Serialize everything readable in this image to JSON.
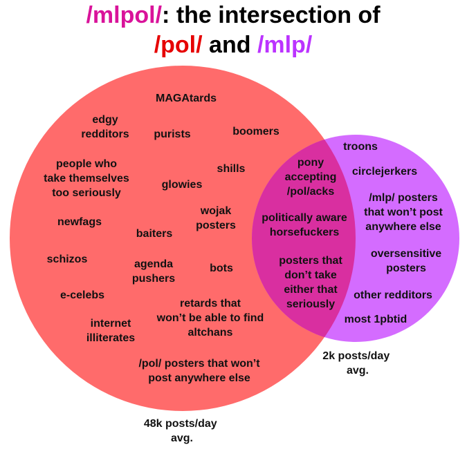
{
  "title": {
    "line1": {
      "part1": "/mlpol/",
      "part2": ": the intersection of"
    },
    "line2": {
      "part1": "/pol/",
      "part2": " and ",
      "part3": "/mlp/"
    }
  },
  "colors": {
    "mlpol": "#d9139a",
    "pol": "#e60000",
    "mlp": "#bb33ff",
    "title_text": "#000000",
    "pol_circle": "#ff6b6b",
    "mlp_circle": "#d46cff",
    "overlap": "#d92fa0"
  },
  "pol_stats": {
    "line1": "48k posts/day",
    "line2": "avg."
  },
  "mlp_stats": {
    "line1": "2k posts/day",
    "line2": "avg."
  },
  "pol_only": [
    {
      "lines": [
        "MAGAtards"
      ]
    },
    {
      "lines": [
        "edgy",
        "redditors"
      ]
    },
    {
      "lines": [
        "purists"
      ]
    },
    {
      "lines": [
        "boomers"
      ]
    },
    {
      "lines": [
        "people who",
        "take themselves",
        "too seriously"
      ]
    },
    {
      "lines": [
        "shills"
      ]
    },
    {
      "lines": [
        "glowies"
      ]
    },
    {
      "lines": [
        "wojak",
        "posters"
      ]
    },
    {
      "lines": [
        "newfags"
      ]
    },
    {
      "lines": [
        "baiters"
      ]
    },
    {
      "lines": [
        "schizos"
      ]
    },
    {
      "lines": [
        "agenda",
        "pushers"
      ]
    },
    {
      "lines": [
        "bots"
      ]
    },
    {
      "lines": [
        "e-celebs"
      ]
    },
    {
      "lines": [
        "retards that",
        "won’t be able to find",
        "altchans"
      ]
    },
    {
      "lines": [
        "internet",
        "illiterates"
      ]
    },
    {
      "lines": [
        "/pol/ posters that won’t",
        "post anywhere else"
      ]
    }
  ],
  "overlap": [
    {
      "lines": [
        "pony",
        "accepting",
        "/pol/acks"
      ]
    },
    {
      "lines": [
        "politically aware",
        "horsefuckers"
      ]
    },
    {
      "lines": [
        "posters that",
        "don’t take",
        "either that",
        "seriously"
      ]
    }
  ],
  "mlp_only": [
    {
      "lines": [
        "troons"
      ]
    },
    {
      "lines": [
        "circlejerkers"
      ]
    },
    {
      "lines": [
        "/mlp/ posters",
        "that won’t post",
        "anywhere else"
      ]
    },
    {
      "lines": [
        "oversensitive",
        "posters"
      ]
    },
    {
      "lines": [
        "other redditors"
      ]
    },
    {
      "lines": [
        "most 1pbtid"
      ]
    }
  ]
}
